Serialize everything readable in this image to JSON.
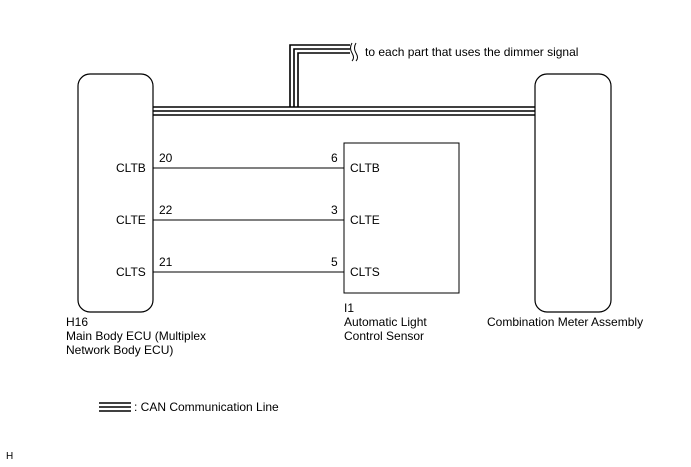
{
  "note": "to each part that uses the dimmer signal",
  "ecu": {
    "code": "H16",
    "name_line1": "Main Body ECU (Multiplex",
    "name_line2": "Network Body ECU)",
    "pins": [
      {
        "signal": "CLTB",
        "number": "20"
      },
      {
        "signal": "CLTE",
        "number": "22"
      },
      {
        "signal": "CLTS",
        "number": "21"
      }
    ]
  },
  "sensor": {
    "code": "I1",
    "name_line1": "Automatic Light",
    "name_line2": "Control Sensor",
    "pins": [
      {
        "signal": "CLTB",
        "number": "6"
      },
      {
        "signal": "CLTE",
        "number": "3"
      },
      {
        "signal": "CLTS",
        "number": "5"
      }
    ]
  },
  "meter": {
    "name": "Combination Meter Assembly"
  },
  "legend": {
    "label": ": CAN Communication Line"
  },
  "corner_mark": "H"
}
